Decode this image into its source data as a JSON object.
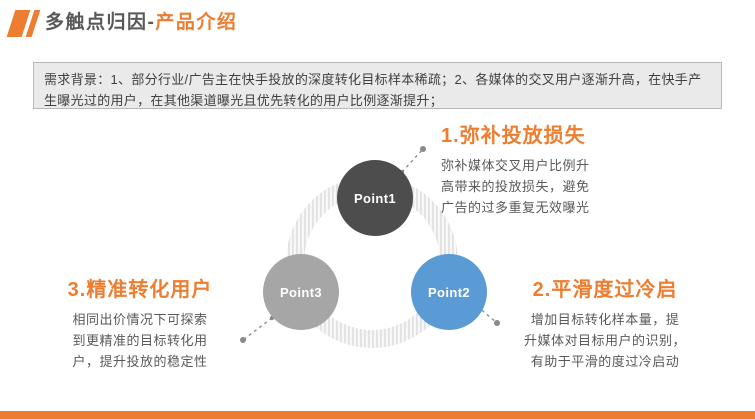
{
  "header": {
    "title_gray": "多触点归因-",
    "title_orange": "产品介绍"
  },
  "background_box": {
    "text": "需求背景：1、部分行业/广告主在快手投放的深度转化目标样本稀疏；2、各媒体的交叉用户逐渐升高，在快手产生曝光过的用户，在其他渠道曝光且优先转化的用户比例逐渐提升；"
  },
  "diagram": {
    "nodes": [
      {
        "label": "Point1",
        "color": "#4d4d4d"
      },
      {
        "label": "Point2",
        "color": "#5b9bd5"
      },
      {
        "label": "Point3",
        "color": "#a6a6a6"
      }
    ]
  },
  "sections": [
    {
      "heading": "1.弥补投放损失",
      "body": "弥补媒体交叉用户比例升\n高带来的投放损失，避免\n广告的过多重复无效曝光"
    },
    {
      "heading": "2.平滑度过冷启",
      "body": "增加目标转化样本量，提\n升媒体对目标用户的识别，\n有助于平滑的度过冷启动"
    },
    {
      "heading": "3.精准转化用户",
      "body": "相同出价情况下可探索\n到更精准的目标转化用\n户，提升投放的稳定性"
    }
  ],
  "colors": {
    "accent_orange": "#ED7D31",
    "title_gray": "#595959",
    "box_background": "#eaeaea",
    "box_border": "#b7b7b7",
    "body_text": "#595959",
    "node_dark": "#4d4d4d",
    "node_blue": "#5b9bd5",
    "node_gray": "#a6a6a6",
    "connector_gray": "#8f8f8f",
    "ring_stripe": "#e2e2e2"
  }
}
